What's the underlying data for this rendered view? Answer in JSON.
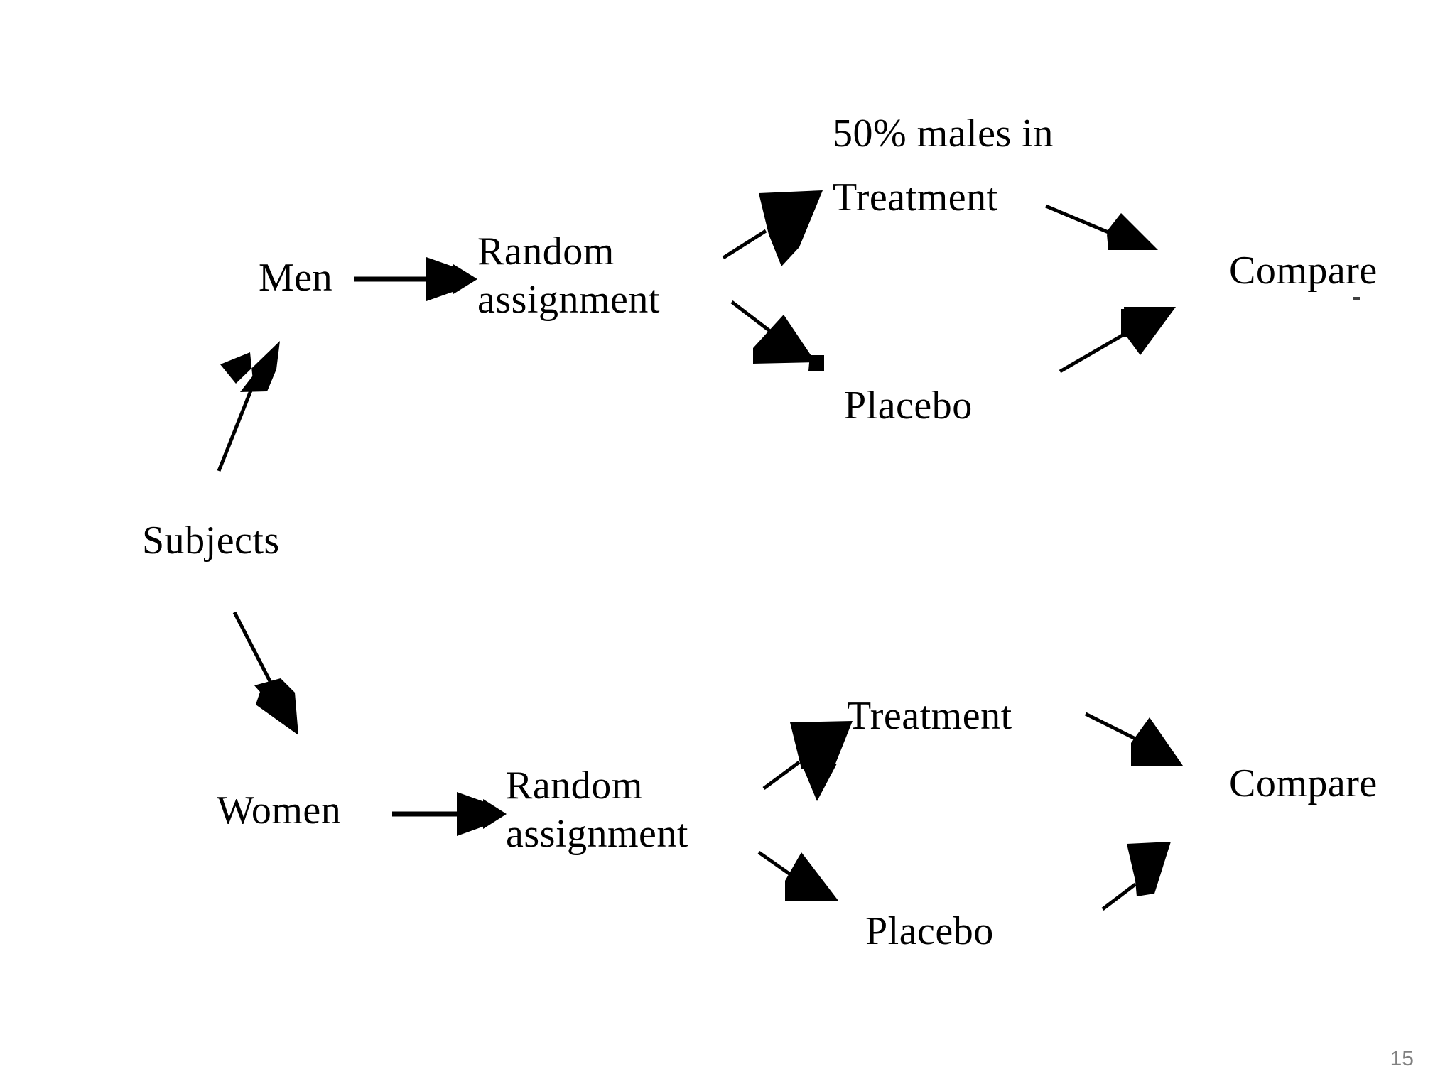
{
  "slide": {
    "page_number": "15",
    "background_color": "#ffffff",
    "ink_color": "#000000",
    "page_number_color": "#808080"
  },
  "diagram": {
    "title_text": "",
    "nodes": {
      "subjects": "Subjects",
      "men": "Men",
      "women": "Women",
      "random_assignment_top": "Random\nassignment",
      "random_assignment_bottom": "Random\nassignment",
      "treatment_top_line1": "50% males in",
      "treatment_top_line2": "Treatment",
      "placebo_top": "Placebo",
      "treatment_bottom": "Treatment",
      "placebo_bottom": "Placebo",
      "compare_top": "Compare",
      "compare_bottom": "Compare"
    },
    "edges": [
      {
        "id": "subjects-to-men",
        "from": "Subjects",
        "to": "Men",
        "direction": "up-right"
      },
      {
        "id": "subjects-to-women",
        "from": "Subjects",
        "to": "Women",
        "direction": "down-right"
      },
      {
        "id": "men-to-random",
        "from": "Men",
        "to": "Random assignment",
        "direction": "right"
      },
      {
        "id": "women-to-random",
        "from": "Women",
        "to": "Random assignment",
        "direction": "right"
      },
      {
        "id": "random-top-to-treatment",
        "from": "Random assignment",
        "to": "50% males in Treatment",
        "direction": "up-right"
      },
      {
        "id": "random-top-to-placebo",
        "from": "Random assignment",
        "to": "Placebo",
        "direction": "down-right"
      },
      {
        "id": "treatment-top-to-compare",
        "from": "50% males in Treatment",
        "to": "Compare",
        "direction": "down-right"
      },
      {
        "id": "placebo-top-to-compare",
        "from": "Placebo",
        "to": "Compare",
        "direction": "up-right"
      },
      {
        "id": "random-bottom-to-treatment",
        "from": "Random assignment",
        "to": "Treatment",
        "direction": "up-right"
      },
      {
        "id": "random-bottom-to-placebo",
        "from": "Random assignment",
        "to": "Placebo",
        "direction": "down-right"
      },
      {
        "id": "treatment-bottom-to-compare",
        "from": "Treatment",
        "to": "Compare",
        "direction": "down-right"
      },
      {
        "id": "placebo-bottom-to-compare",
        "from": "Placebo",
        "to": "Compare",
        "direction": "up-right"
      }
    ]
  }
}
